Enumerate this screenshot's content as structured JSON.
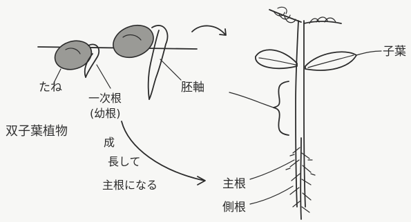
{
  "title": "双子葉植物",
  "labels": {
    "seed": "たね",
    "primary_root_line1": "一次根",
    "primary_root_line2": "(幼根)",
    "hypocotyl": "胚軸",
    "cotyledon": "子葉",
    "grow_line1": "成",
    "grow_line2": "長して",
    "grow_line3": "主根になる",
    "main_root": "主根",
    "lateral_root": "側根"
  }
}
